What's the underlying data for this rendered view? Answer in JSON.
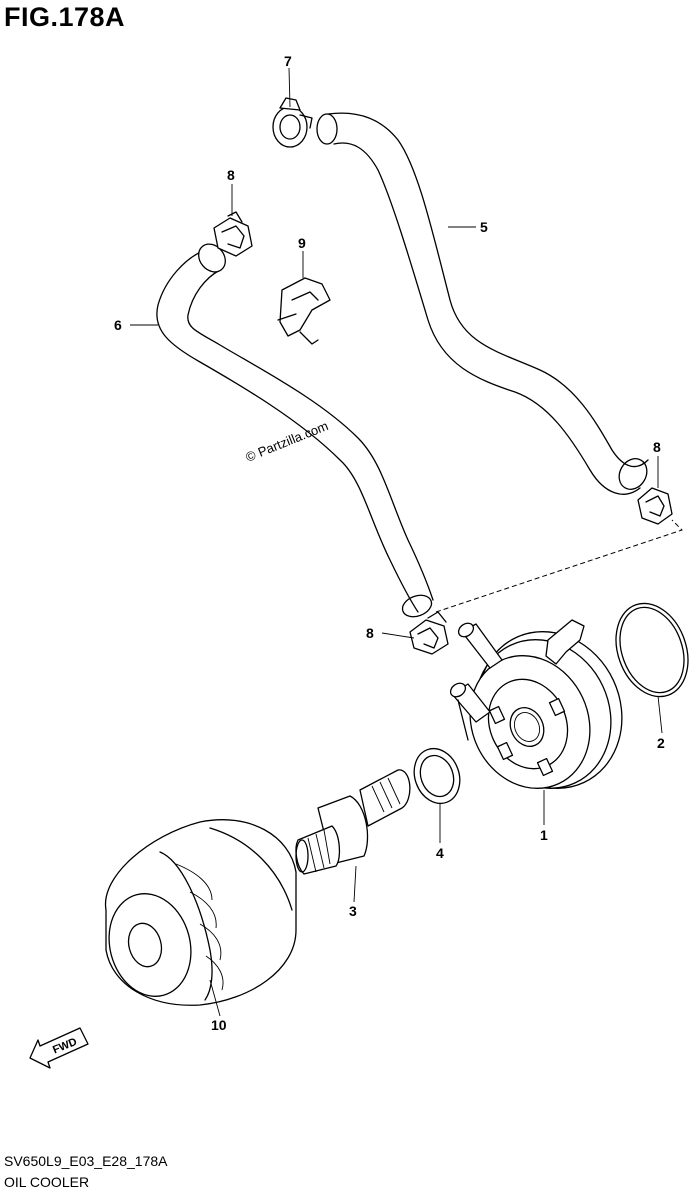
{
  "figure": {
    "title": "FIG.178A",
    "watermark": "© Partzilla.com",
    "fwd_label": "FWD"
  },
  "callouts": [
    {
      "id": "c1",
      "label": "1"
    },
    {
      "id": "c2",
      "label": "2"
    },
    {
      "id": "c3",
      "label": "3"
    },
    {
      "id": "c4",
      "label": "4"
    },
    {
      "id": "c5",
      "label": "5"
    },
    {
      "id": "c6",
      "label": "6"
    },
    {
      "id": "c7",
      "label": "7"
    },
    {
      "id": "c8a",
      "label": "8"
    },
    {
      "id": "c8b",
      "label": "8"
    },
    {
      "id": "c8c",
      "label": "8"
    },
    {
      "id": "c9",
      "label": "9"
    },
    {
      "id": "c10",
      "label": "10"
    }
  ],
  "footer": {
    "code": "SV650L9_E03_E28_178A",
    "title": "OIL COOLER"
  }
}
